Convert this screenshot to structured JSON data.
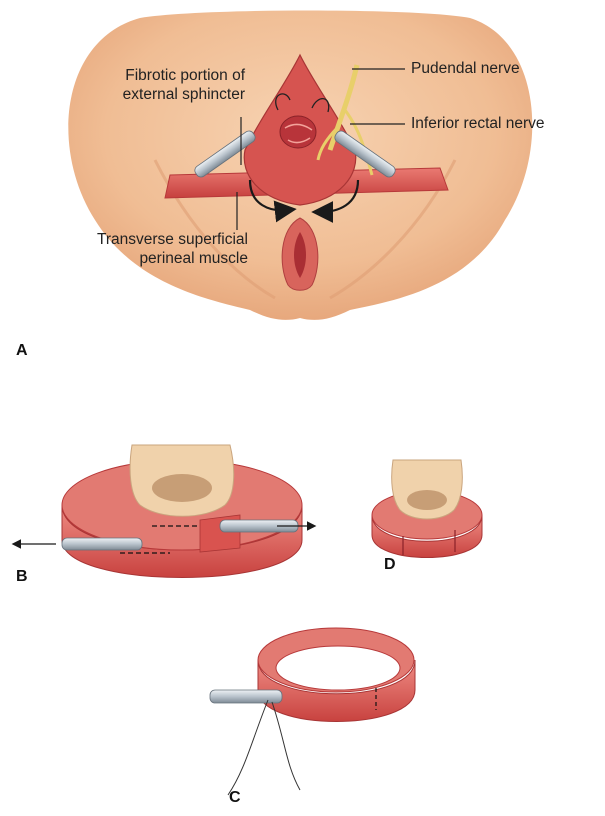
{
  "panel_a": {
    "letter": "A",
    "labels": {
      "fibrotic_line1": "Fibrotic portion of",
      "fibrotic_line2": "external sphincter",
      "pudendal": "Pudendal nerve",
      "inferior_rectal": "Inferior rectal nerve",
      "transverse_line1": "Transverse superficial",
      "transverse_line2": "perineal muscle"
    }
  },
  "panel_b": {
    "letter": "B"
  },
  "panel_c": {
    "letter": "C"
  },
  "panel_d": {
    "letter": "D"
  },
  "colors": {
    "skin": "#f2c29b",
    "skin_shadow": "#e4a578",
    "muscle": "#d9534f",
    "muscle_dark": "#b7393a",
    "muscle_light": "#ea8b82",
    "nerve": "#e8cf6a",
    "instrument": "#b9c3cc",
    "mucosa": "#f0d2ab"
  }
}
